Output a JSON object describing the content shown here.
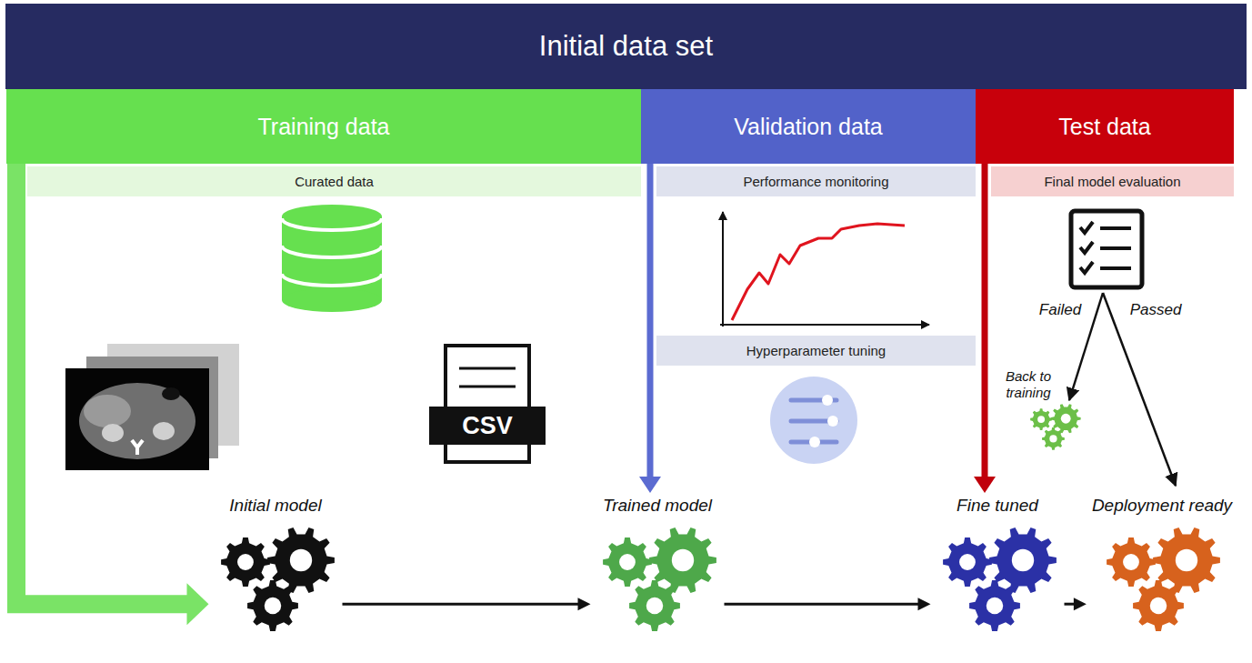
{
  "diagram": {
    "nodes": [
      {
        "text": [
          "Initial data set"
        ]
      },
      {
        "text": [
          "Training data"
        ]
      },
      {
        "text": [
          "Validation data"
        ]
      },
      {
        "text": [
          "Test data"
        ]
      },
      {
        "text": [
          "Curated data"
        ]
      },
      {
        "text": [
          "Performance monitoring"
        ]
      },
      {
        "text": [
          "Hyperparameter tuning"
        ]
      },
      {
        "text": [
          "Final model evaluation"
        ]
      },
      {
        "text": [
          "Back to training"
        ]
      },
      {
        "text": [
          "Initial model"
        ]
      },
      {
        "text": [
          "Trained model"
        ]
      },
      {
        "text": [
          "Fine tuned"
        ]
      },
      {
        "text": [
          "Deployment ready"
        ]
      }
    ],
    "edges": [
      {
        "from": 1,
        "to": 9,
        "arrow": "to"
      },
      {
        "from": 2,
        "to": 10,
        "arrow": "to"
      },
      {
        "from": 3,
        "to": 11,
        "arrow": "to"
      },
      {
        "from": 9,
        "to": 10,
        "arrow": "to"
      },
      {
        "from": 10,
        "to": 11,
        "arrow": "to"
      },
      {
        "from": 11,
        "to": 12,
        "arrow": "to"
      }
    ],
    "labels": [
      "CSV",
      "Failed",
      "Passed"
    ]
  }
}
